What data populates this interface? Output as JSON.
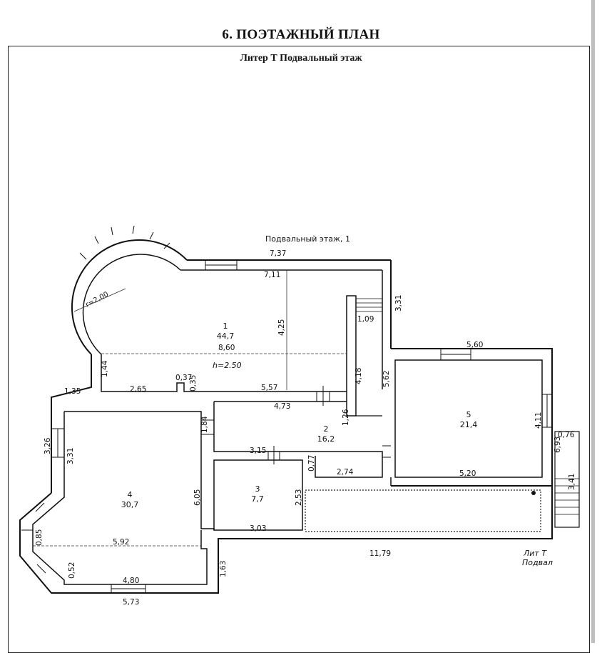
{
  "header": {
    "section_title": "6. ПОЭТАЖНЫЙ ПЛАН",
    "subtitle": "Литер Т Подвальный этаж"
  },
  "plan": {
    "floor_label": "Подвальный этаж, 1",
    "ceiling_height": "h=2.50",
    "radius_label": "r=2,00",
    "litera": "Лит Т",
    "litera_sub": "Подвал",
    "rooms": [
      {
        "id": "1",
        "area": "44,7"
      },
      {
        "id": "2",
        "area": "16,2"
      },
      {
        "id": "3",
        "area": "7,7"
      },
      {
        "id": "4",
        "area": "30,7"
      },
      {
        "id": "5",
        "area": "21,4"
      }
    ],
    "dimensions": {
      "d737": "7,37",
      "d711": "7,11",
      "d331a": "3,31",
      "d425": "4,25",
      "d109": "1,09",
      "d860": "8,60",
      "d144": "1,44",
      "d037": "0,37",
      "d035": "0,35",
      "d265": "2,65",
      "d557": "5,57",
      "d135": "1,35",
      "d418": "4,18",
      "d562": "5,62",
      "d560": "5,60",
      "d473": "4,73",
      "d126": "1,26",
      "d184": "1,84",
      "d326": "3,26",
      "d331b": "3,31",
      "d315": "3,15",
      "d077": "0,77",
      "d274": "2,74",
      "d411": "4,11",
      "d076": "0,76",
      "d693": "6,93",
      "d520": "5,20",
      "d605": "6,05",
      "d253": "2,53",
      "d303": "3,03",
      "d341": "3,41",
      "d085": "0,85",
      "d592": "5,92",
      "d1179": "11,79",
      "d052": "0,52",
      "d480": "4,80",
      "d163": "1,63",
      "d573": "5,73"
    }
  }
}
